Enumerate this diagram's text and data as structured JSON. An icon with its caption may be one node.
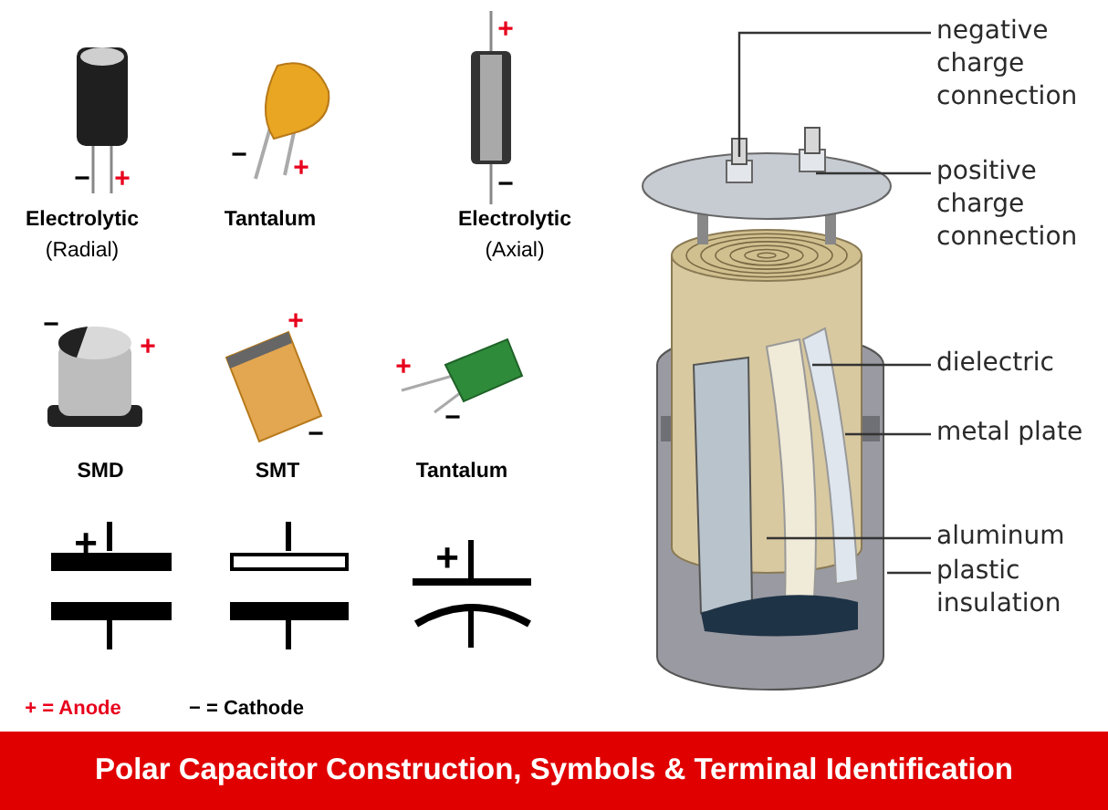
{
  "diagram": {
    "title": "Polar Capacitor Construction, Symbols & Terminal Identification",
    "nodes": [
      {
        "text": [
          "negative charge connection"
        ]
      },
      {
        "text": [
          "positive charge connection"
        ]
      },
      {
        "text": [
          "dielectric"
        ]
      },
      {
        "text": [
          "metal plate"
        ]
      },
      {
        "text": [
          "aluminum"
        ]
      },
      {
        "text": [
          "plastic insulation"
        ]
      }
    ],
    "edges": [
      {
        "from": 0,
        "to": null,
        "arrow": "none"
      },
      {
        "from": 1,
        "to": null,
        "arrow": "none"
      },
      {
        "from": 2,
        "to": null,
        "arrow": "none"
      },
      {
        "from": 3,
        "to": null,
        "arrow": "none"
      },
      {
        "from": 4,
        "to": null,
        "arrow": "none"
      },
      {
        "from": 5,
        "to": null,
        "arrow": "none"
      }
    ],
    "labels": [
      "−",
      "+",
      "Electrolytic",
      "(Radial)",
      "−",
      "+",
      "Tantalum",
      "+",
      "−",
      "Electrolytic",
      "(Axial)",
      "−",
      "+",
      "SMD",
      "+",
      "−",
      "SMT",
      "+",
      "−",
      "Tantalum",
      "+",
      "+",
      "+ = Anode",
      "− = Cathode"
    ]
  }
}
